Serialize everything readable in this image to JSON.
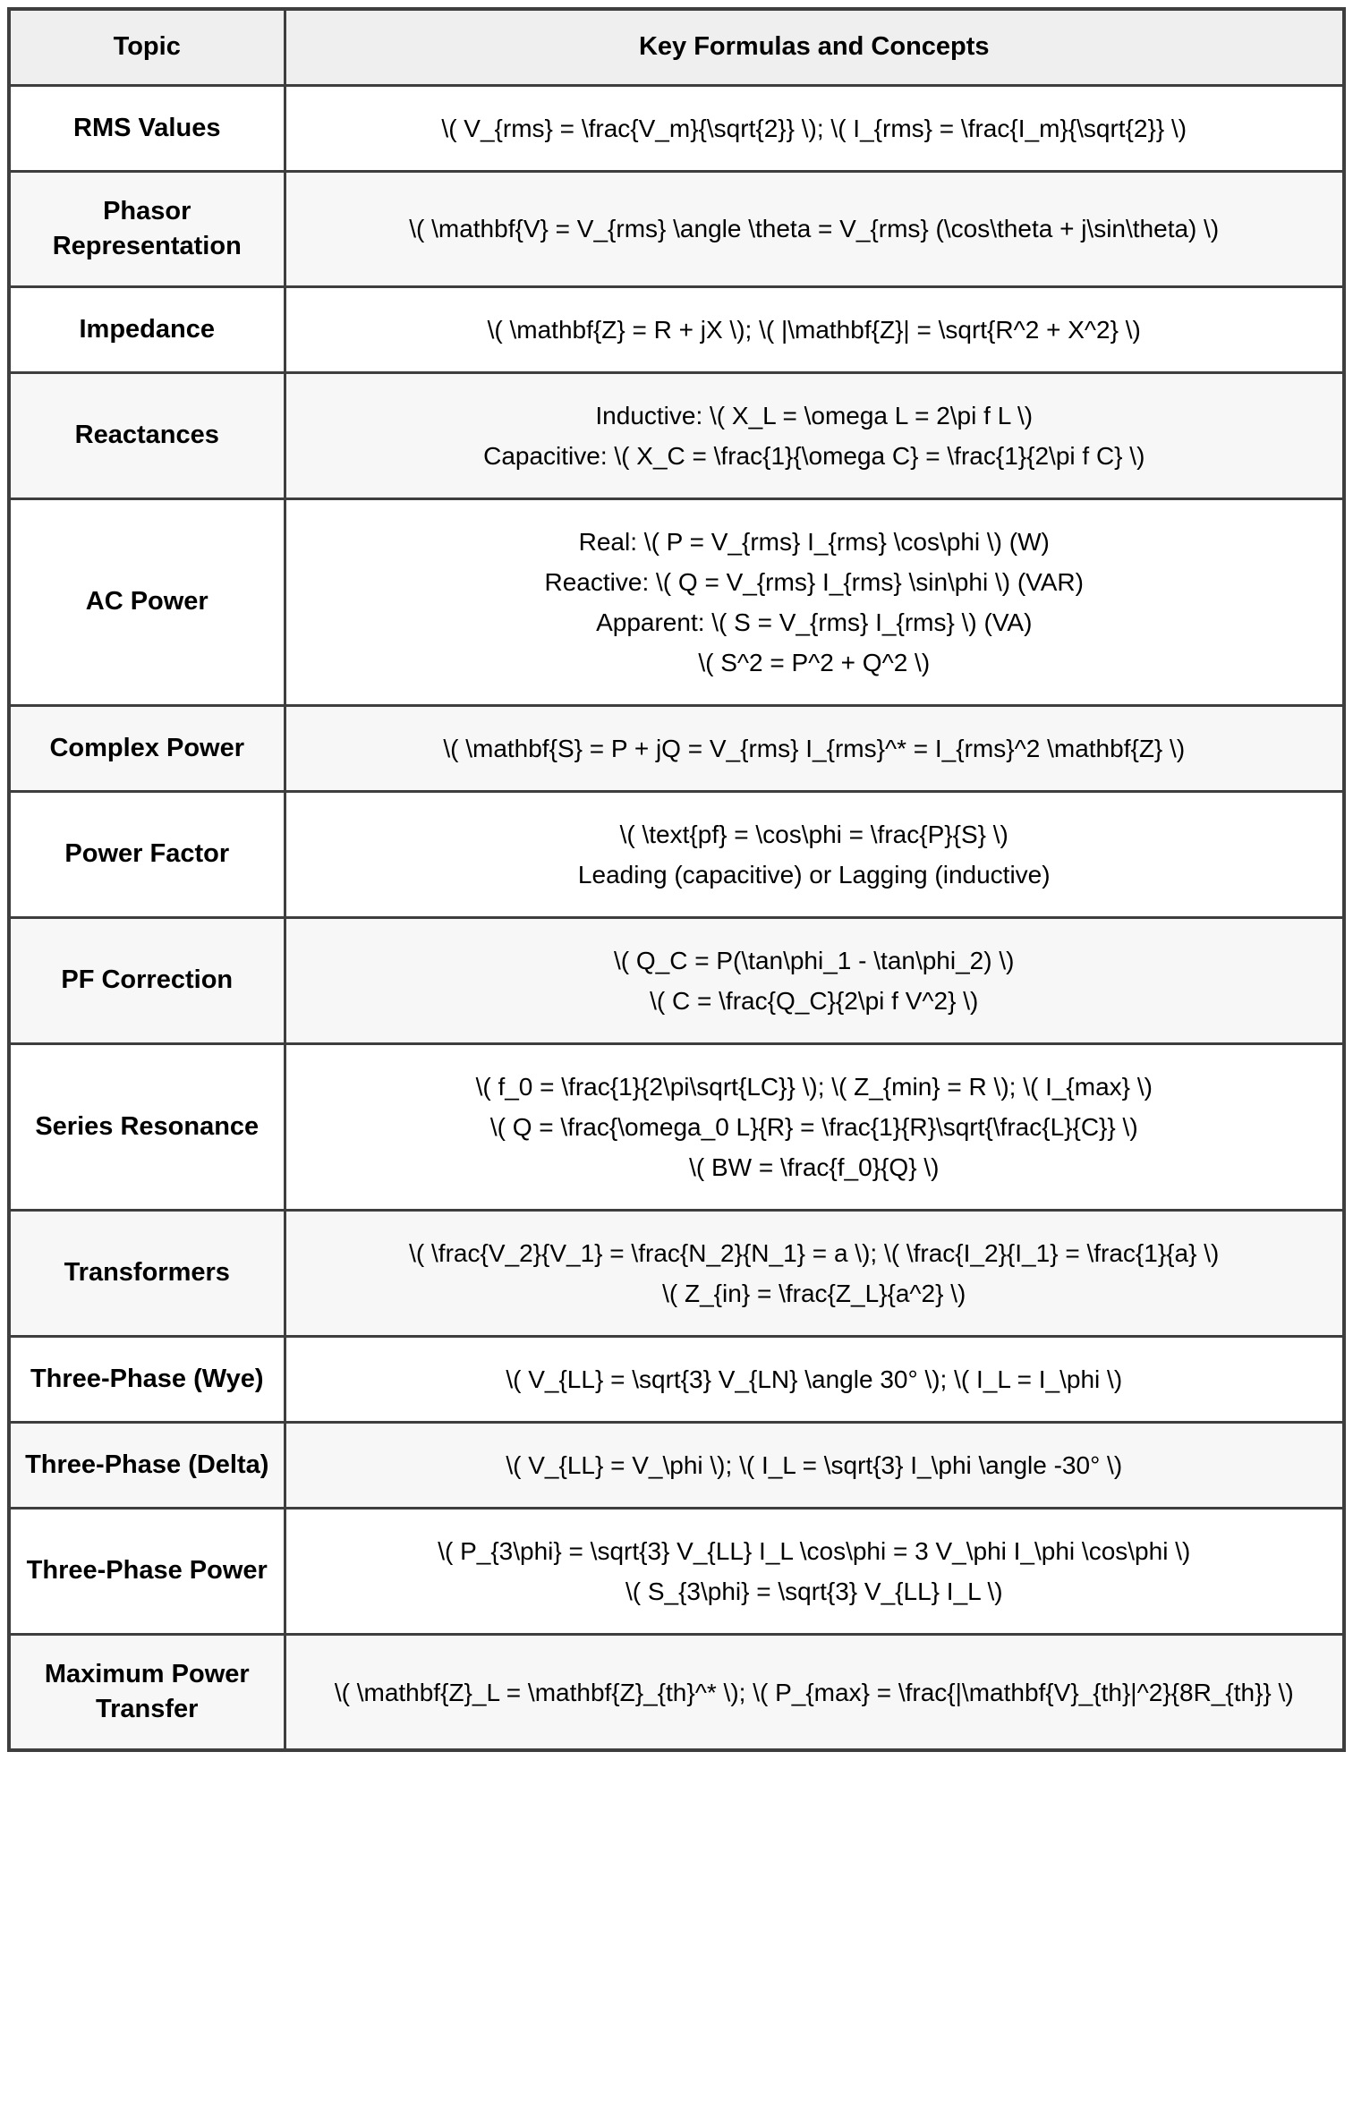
{
  "page": {
    "background_color": "#ffffff",
    "text_color": "#000000"
  },
  "table": {
    "headers": [
      "Topic",
      "Key Formulas and Concepts"
    ],
    "style": {
      "border_color": "#3e3e3e",
      "header_bg": "#efefef",
      "stripe_bg": "#f7f7f7",
      "row_bg": "#ffffff"
    },
    "rows": [
      {
        "topic": "RMS Values",
        "lines": [
          "\\( V_{rms} = \\frac{V_m}{\\sqrt{2}} \\); \\( I_{rms} = \\frac{I_m}{\\sqrt{2}} \\)"
        ]
      },
      {
        "topic": "Phasor Representation",
        "lines": [
          "\\( \\mathbf{V} = V_{rms} \\angle \\theta = V_{rms} (\\cos\\theta + j\\sin\\theta) \\)"
        ]
      },
      {
        "topic": "Impedance",
        "lines": [
          "\\( \\mathbf{Z} = R + jX \\); \\( |\\mathbf{Z}| = \\sqrt{R^2 + X^2} \\)"
        ]
      },
      {
        "topic": "Reactances",
        "lines": [
          "Inductive: \\( X_L = \\omega L = 2\\pi f L \\)",
          "Capacitive: \\( X_C = \\frac{1}{\\omega C} = \\frac{1}{2\\pi f C} \\)"
        ]
      },
      {
        "topic": "AC Power",
        "lines": [
          "Real: \\( P = V_{rms} I_{rms} \\cos\\phi \\) (W)",
          "Reactive: \\( Q = V_{rms} I_{rms} \\sin\\phi \\) (VAR)",
          "Apparent: \\( S = V_{rms} I_{rms} \\) (VA)",
          "\\( S^2 = P^2 + Q^2 \\)"
        ]
      },
      {
        "topic": "Complex Power",
        "lines": [
          "\\( \\mathbf{S} = P + jQ = V_{rms} I_{rms}^* = I_{rms}^2 \\mathbf{Z} \\)"
        ]
      },
      {
        "topic": "Power Factor",
        "lines": [
          "\\( \\text{pf} = \\cos\\phi = \\frac{P}{S} \\)",
          "Leading (capacitive) or Lagging (inductive)"
        ]
      },
      {
        "topic": "PF Correction",
        "lines": [
          "\\( Q_C = P(\\tan\\phi_1 - \\tan\\phi_2) \\)",
          "\\( C = \\frac{Q_C}{2\\pi f V^2} \\)"
        ]
      },
      {
        "topic": "Series Resonance",
        "lines": [
          "\\( f_0 = \\frac{1}{2\\pi\\sqrt{LC}} \\); \\( Z_{min} = R \\); \\( I_{max} \\)",
          "\\( Q = \\frac{\\omega_0 L}{R} = \\frac{1}{R}\\sqrt{\\frac{L}{C}} \\)",
          "\\( BW = \\frac{f_0}{Q} \\)"
        ]
      },
      {
        "topic": "Transformers",
        "lines": [
          "\\( \\frac{V_2}{V_1} = \\frac{N_2}{N_1} = a \\); \\( \\frac{I_2}{I_1} = \\frac{1}{a} \\)",
          "\\( Z_{in} = \\frac{Z_L}{a^2} \\)"
        ]
      },
      {
        "topic": "Three-Phase (Wye)",
        "lines": [
          "\\( V_{LL} = \\sqrt{3} V_{LN} \\angle 30° \\); \\( I_L = I_\\phi \\)"
        ]
      },
      {
        "topic": "Three-Phase (Delta)",
        "lines": [
          "\\( V_{LL} = V_\\phi \\); \\( I_L = \\sqrt{3} I_\\phi \\angle -30° \\)"
        ]
      },
      {
        "topic": "Three-Phase Power",
        "lines": [
          "\\( P_{3\\phi} = \\sqrt{3} V_{LL} I_L \\cos\\phi = 3 V_\\phi I_\\phi \\cos\\phi \\)",
          "\\( S_{3\\phi} = \\sqrt{3} V_{LL} I_L \\)"
        ]
      },
      {
        "topic": "Maximum Power Transfer",
        "lines": [
          "\\( \\mathbf{Z}_L = \\mathbf{Z}_{th}^* \\); \\( P_{max} = \\frac{|\\mathbf{V}_{th}|^2}{8R_{th}} \\)"
        ]
      }
    ]
  }
}
